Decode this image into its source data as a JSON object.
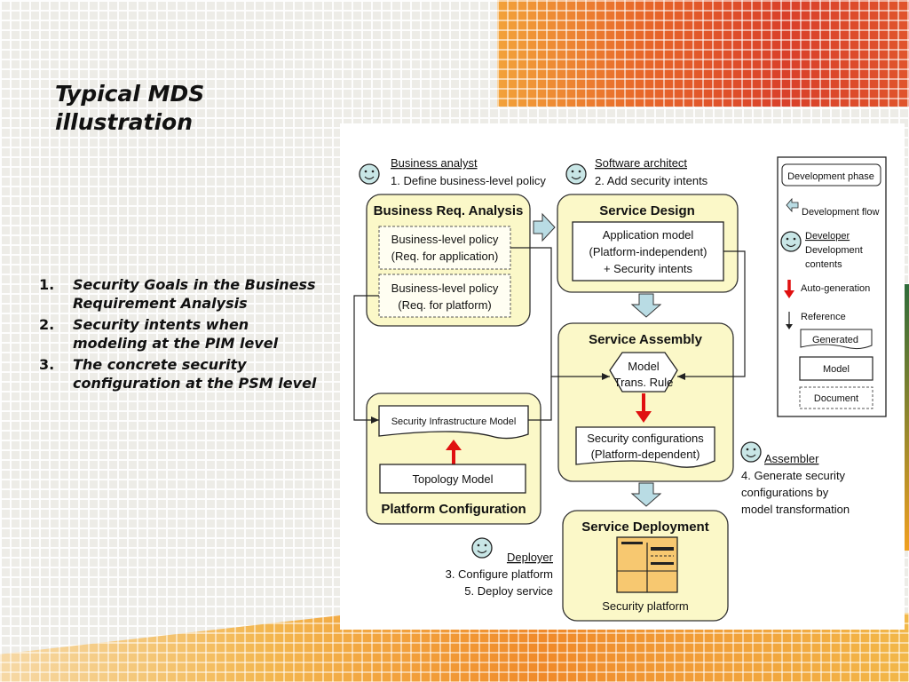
{
  "slide": {
    "title_lines": [
      "Typical MDS",
      "illustration"
    ],
    "points": [
      {
        "num": "1.",
        "text": "Security Goals in the Business Requirement Analysis"
      },
      {
        "num": "2.",
        "text": "Security intents when modeling at the PIM level"
      },
      {
        "num": "3.",
        "text": "The concrete security configuration at the PSM level"
      }
    ]
  },
  "diagram": {
    "roles": {
      "business_analyst": {
        "name": "Business analyst",
        "task": "1. Define business-level policy"
      },
      "software_architect": {
        "name": "Software architect",
        "task": "2. Add security intents"
      },
      "assembler": {
        "name": "Assembler",
        "task_lines": [
          "4. Generate security",
          "configurations by",
          "model transformation"
        ]
      },
      "deployer": {
        "name": "Deployer",
        "task_lines": [
          "3. Configure platform",
          "5. Deploy service"
        ]
      }
    },
    "phases": {
      "business_req": {
        "title": "Business Req. Analysis",
        "doc1": [
          "Business-level policy",
          "(Req. for application)"
        ],
        "doc2": [
          "Business-level policy",
          "(Req. for platform)"
        ]
      },
      "service_design": {
        "title": "Service Design",
        "model": [
          "Application model",
          "(Platform-independent)",
          "+ Security intents"
        ]
      },
      "service_assembly": {
        "title": "Service Assembly",
        "rule": [
          "Model",
          "Trans. Rule"
        ],
        "generated": [
          "Security configurations",
          "(Platform-dependent)"
        ]
      },
      "platform_config": {
        "title": "Platform Configuration",
        "infra": "Security Infrastructure Model",
        "topology": "Topology Model"
      },
      "service_deployment": {
        "title": "Service Deployment",
        "platform": "Security platform"
      }
    },
    "legend": {
      "phase": "Development phase",
      "flow": "Development flow",
      "developer": "Developer",
      "contents": [
        "Development",
        "contents"
      ],
      "autogen": "Auto-generation",
      "reference": "Reference",
      "generated": "Generated",
      "model": "Model",
      "document": "Document"
    },
    "colors": {
      "phase_fill": "#fbf8c8",
      "flow_fill": "#b9dce4",
      "auto_arrow": "#e01010",
      "face": "#c8e6e6"
    }
  }
}
